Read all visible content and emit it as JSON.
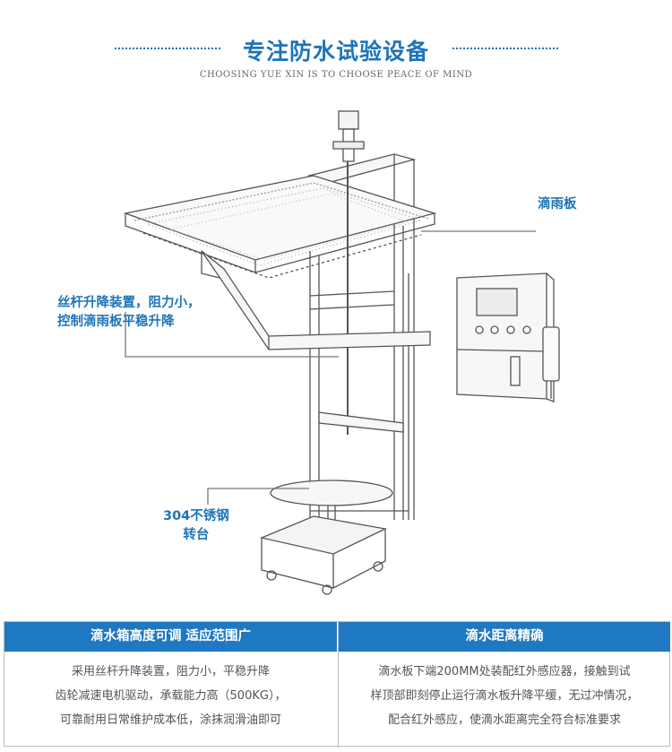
{
  "header": {
    "title": "专注防水试验设备",
    "subtitle": "CHOOSING YUE XIN IS TO CHOOSE PEACE OF MIND"
  },
  "diagram": {
    "callouts": {
      "drip_plate": "滴雨板",
      "lift_line1": "丝杆升降装置，阻力小，",
      "lift_line2": "控制滴雨板平稳升降",
      "turntable_line1": "304不锈钢",
      "turntable_line2": "转台"
    }
  },
  "features": {
    "left": {
      "heading": "滴水箱高度可调 适应范围广",
      "lines": [
        "采用丝杆升降装置，阻力小，平稳升降",
        "齿轮减速电机驱动，承载能力高（500KG），",
        "可靠耐用日常维护成本低，涂抹润滑油即可"
      ]
    },
    "right": {
      "heading": "滴水距离精确",
      "lines": [
        "滴水板下端200MM处装配红外感应器，接触到试",
        "样顶部即刻停止运行滴水板升降平缓，无过冲情况，",
        "配合红外感应，使滴水距离完全符合标准要求"
      ]
    }
  },
  "colors": {
    "accent": "#1f74b8",
    "header_bar": "#1f79c2",
    "line_art": "#555555"
  }
}
